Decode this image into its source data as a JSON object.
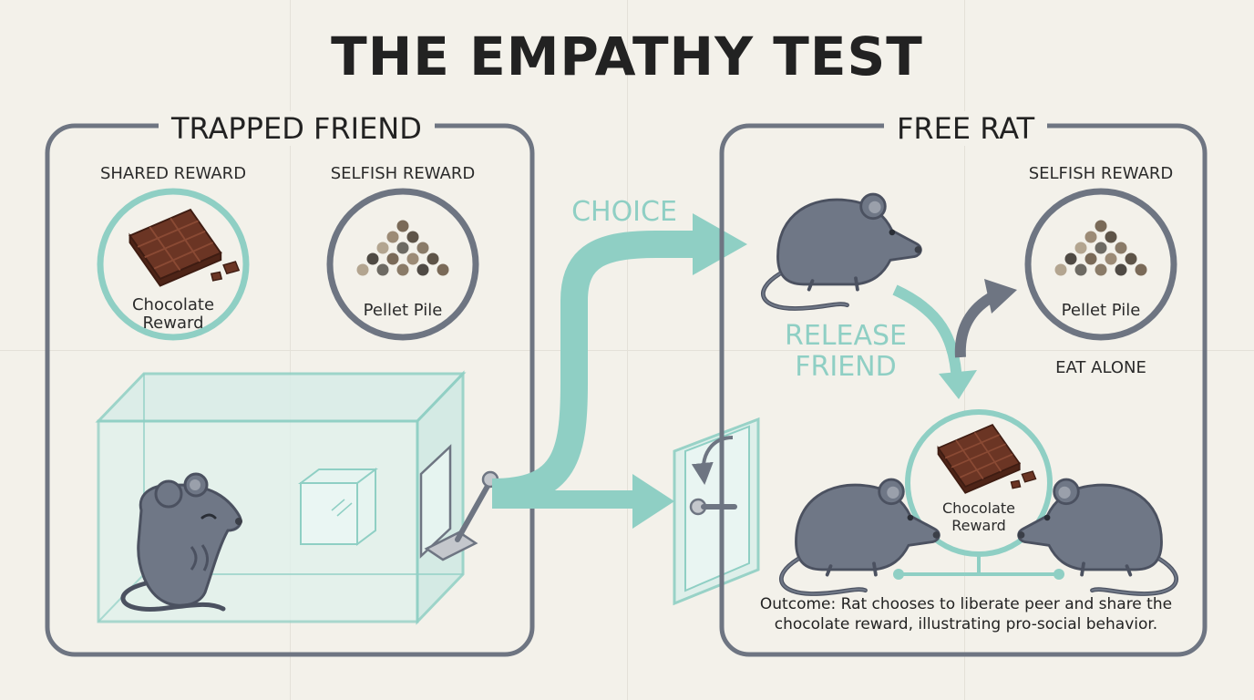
{
  "title": "THE EMPATHY TEST",
  "left_panel": {
    "title": "TRAPPED FRIEND",
    "shared_label": "SHARED REWARD",
    "selfish_label": "SELFISH REWARD",
    "chocolate_line1": "Chocolate",
    "chocolate_line2": "Reward",
    "pellet_label": "Pellet Pile"
  },
  "choice_label": "CHOICE",
  "right_panel": {
    "title": "FREE RAT",
    "selfish_label": "SELFISH REWARD",
    "pellet_label": "Pellet Pile",
    "eat_alone_label": "EAT ALONE",
    "release_line1": "RELEASE",
    "release_line2": "FRIEND",
    "chocolate_line1": "Chocolate",
    "chocolate_line2": "Reward",
    "outcome_line1": "Outcome: Rat chooses to liberate peer and share the",
    "outcome_line2": "chocolate reward, illustrating pro-social behavior."
  },
  "colors": {
    "teal": "#8fcfc4",
    "slate": "#6e7582",
    "rat": "#6f7786",
    "chocolate": "#6b3524"
  }
}
